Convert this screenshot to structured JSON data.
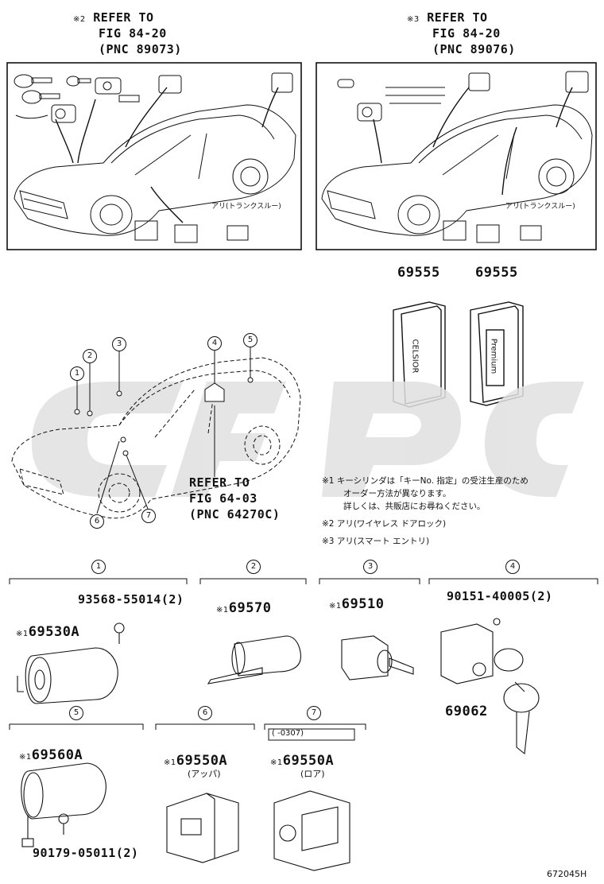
{
  "refer_left": {
    "sym": "※2",
    "line1": "REFER TO",
    "line2": "FIG 84-20",
    "line3": "(PNC 89073)"
  },
  "refer_right": {
    "sym": "※3",
    "line1": "REFER TO",
    "line2": "FIG 84-20",
    "line3": "(PNC 89076)"
  },
  "inset_note_left": "アリ(トランクスルー)",
  "inset_note_right": "アリ(トランクスルー)",
  "cases": [
    {
      "part": "69555",
      "text": "CELSIOR"
    },
    {
      "part": "69555",
      "text": "Premium"
    }
  ],
  "refer_center": {
    "line1": "REFER TO",
    "line2": "FIG 64-03",
    "line3": "(PNC 64270C)"
  },
  "callouts": [
    "1",
    "2",
    "3",
    "4",
    "5",
    "6",
    "7"
  ],
  "notes": {
    "n1_sym": "※1",
    "n1_l1": "キーシリンダは「キーNo. 指定」の受注生産のため",
    "n1_l2": "オーダー方法が異なります。",
    "n1_l3": "詳しくは、共販店にお尋ねください。",
    "n2_sym": "※2",
    "n2": "アリ(ワイヤレス ドアロック)",
    "n3_sym": "※3",
    "n3": "アリ(スマート エントリ)"
  },
  "groups": {
    "g1": {
      "num": "1",
      "bolt": "93568-55014(2)",
      "sym": "※1",
      "part": "69530A"
    },
    "g2": {
      "num": "2",
      "sym": "※1",
      "part": "69570"
    },
    "g3": {
      "num": "3",
      "sym": "※1",
      "part": "69510"
    },
    "g4": {
      "num": "4",
      "screw": "90151-40005(2)",
      "part": "69062"
    },
    "g5": {
      "num": "5",
      "sym": "※1",
      "part": "69560A",
      "screw": "90179-05011(2)"
    },
    "g6": {
      "num": "6",
      "sym": "※1",
      "part": "69550A",
      "sub": "(アッパ)"
    },
    "g7": {
      "num": "7",
      "range": "(     -0307)",
      "sym": "※1",
      "part": "69550A",
      "sub": "(ロア)"
    }
  },
  "figure_id": "672045H"
}
